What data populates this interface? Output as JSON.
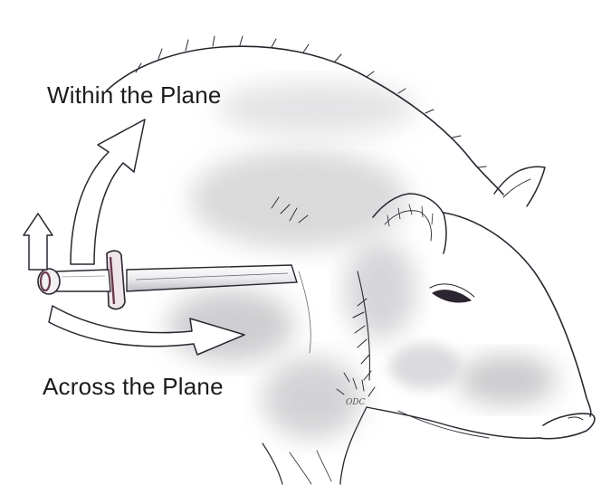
{
  "labels": {
    "within": "Within the Plane",
    "across": "Across the Plane"
  },
  "signature": "ODC",
  "colors": {
    "ink": "#2b2530",
    "shade": "#a9a9ab",
    "background": "#ffffff"
  },
  "icons": {
    "boar": "boar-head-sketch",
    "dagger": "dagger",
    "rotation_within": "curved-arrow-up",
    "rotation_across": "curved-arrow-right"
  }
}
